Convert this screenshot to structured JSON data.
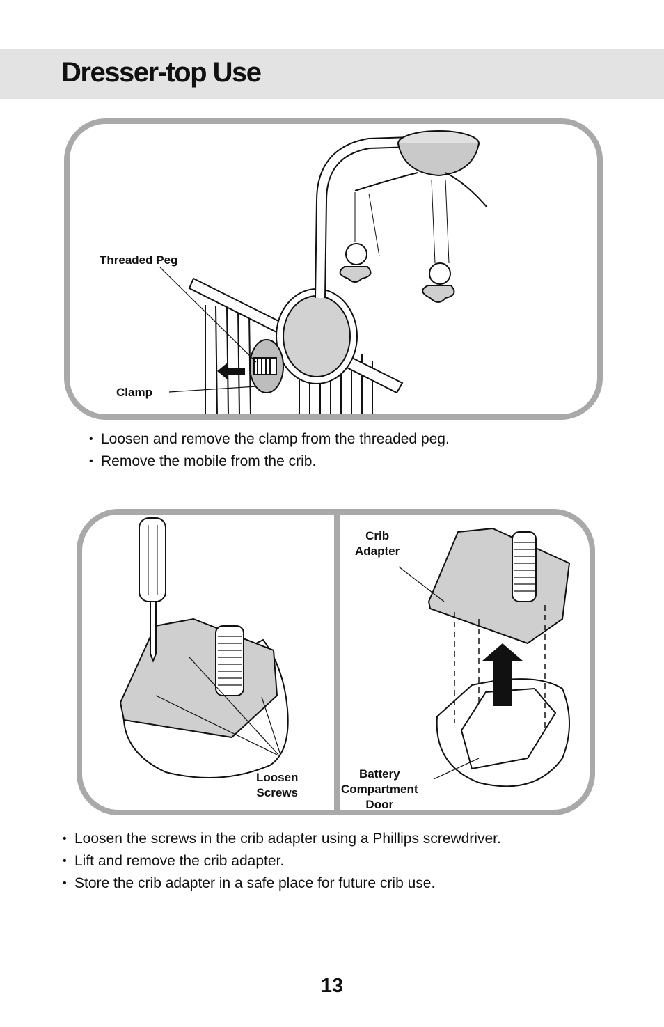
{
  "title": "Dresser-top Use",
  "figure1": {
    "callouts": {
      "threaded_peg": "Threaded Peg",
      "clamp": "Clamp"
    }
  },
  "steps1": [
    "Loosen and remove the clamp from the threaded peg.",
    "Remove the mobile from the crib."
  ],
  "figure2": {
    "callouts": {
      "loosen_screws": "Loosen\nScrews",
      "crib_adapter": "Crib\nAdapter",
      "battery_door": "Battery\nCompartment\nDoor"
    }
  },
  "steps2": [
    "Loosen the screws in the crib adapter using a Phillips screwdriver.",
    "Lift and remove the crib adapter.",
    "Store the crib adapter in a safe place for future crib use."
  ],
  "page_number": "13",
  "colors": {
    "header_band": "#e3e3e3",
    "frame": "#a9a9a9",
    "fill_gray": "#cfcfcf"
  }
}
